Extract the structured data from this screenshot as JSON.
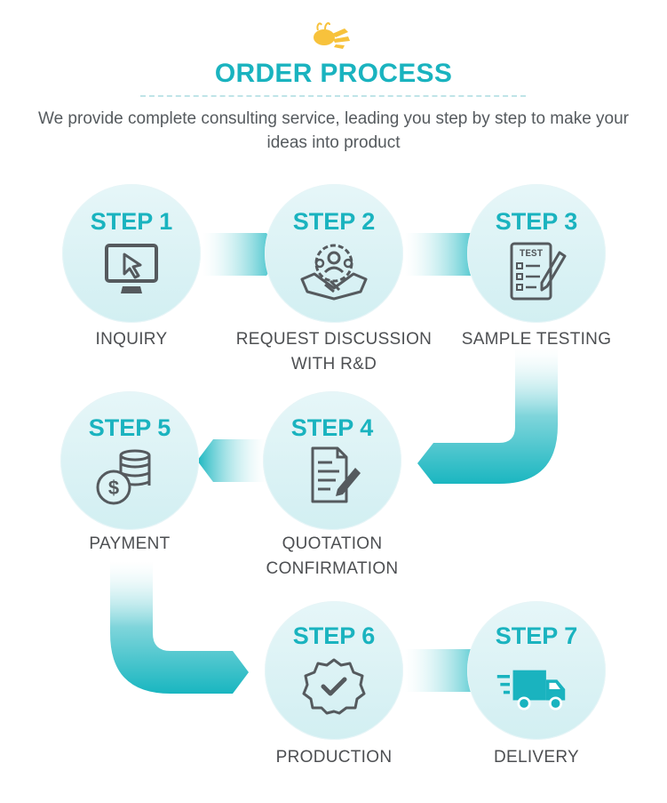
{
  "header": {
    "title": "ORDER PROCESS",
    "subtitle": "We provide complete consulting service, leading you step by step to make your ideas into product"
  },
  "steps": [
    {
      "number": "STEP 1",
      "label": "INQUIRY",
      "icon": "monitor-cursor-icon"
    },
    {
      "number": "STEP 2",
      "label": "REQUEST DISCUSSION WITH R&D",
      "icon": "team-handshake-gear-icon"
    },
    {
      "number": "STEP 3",
      "label": "SAMPLE TESTING",
      "icon": "test-clipboard-icon"
    },
    {
      "number": "STEP 4",
      "label": "QUOTATION CONFIRMATION",
      "icon": "document-pen-icon"
    },
    {
      "number": "STEP 5",
      "label": "PAYMENT",
      "icon": "coins-dollar-icon"
    },
    {
      "number": "STEP 6",
      "label": "PRODUCTION",
      "icon": "quality-check-badge-icon"
    },
    {
      "number": "STEP 7",
      "label": "DELIVERY",
      "icon": "delivery-truck-icon"
    }
  ],
  "icons": {
    "test_text": "TEST"
  },
  "colors": {
    "accent": "#1ab3bf",
    "circle_fill": "#ddf3f5",
    "icon_stroke": "#555a5e",
    "bee_yellow": "#f7c23c",
    "text": "#4d4f52"
  }
}
